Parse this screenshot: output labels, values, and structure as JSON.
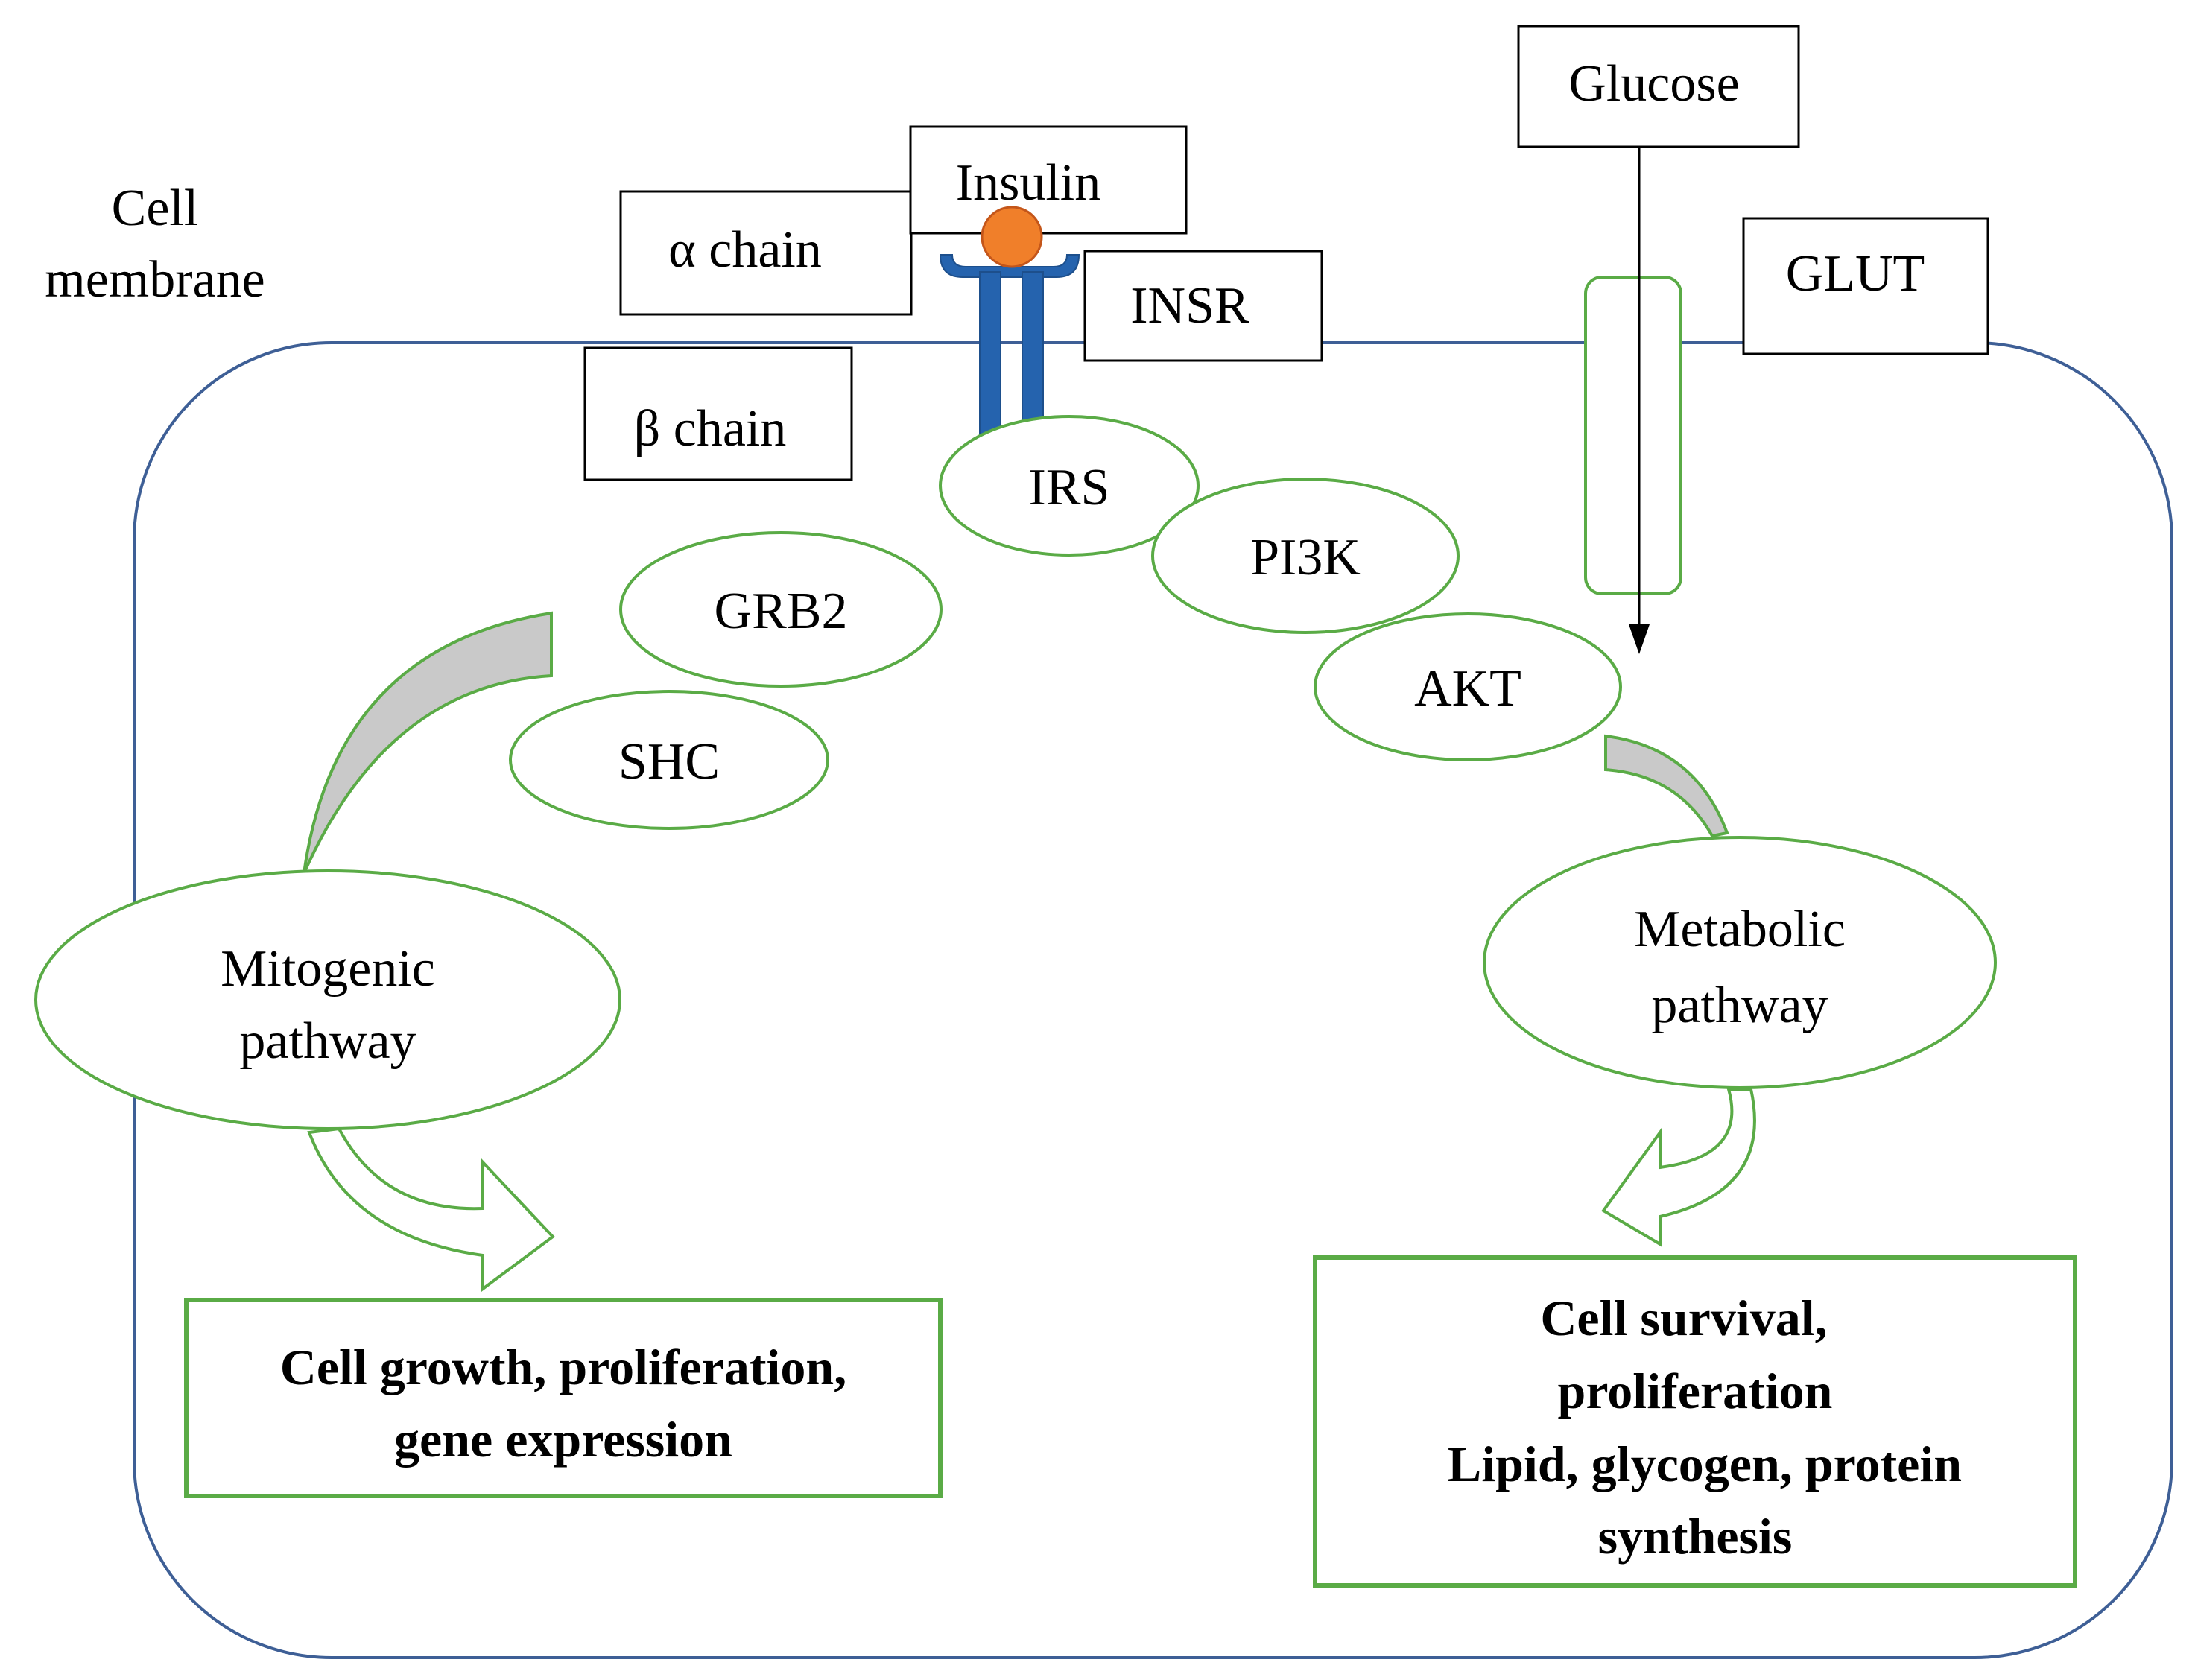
{
  "labels": {
    "cell_membrane": [
      "Cell",
      "membrane"
    ],
    "insulin": "Insulin",
    "alpha_chain": "α chain",
    "beta_chain": "β chain",
    "insr": "INSR",
    "glucose": "Glucose",
    "glut": "GLUT"
  },
  "nodes": {
    "irs": "IRS",
    "pi3k": "PI3K",
    "akt": "AKT",
    "grb2": "GRB2",
    "shc": "SHC",
    "mitogenic": [
      "Mitogenic",
      "pathway"
    ],
    "metabolic": [
      "Metabolic",
      "pathway"
    ]
  },
  "outcomes": {
    "mitogenic": [
      "Cell growth, proliferation,",
      "gene expression"
    ],
    "metabolic": [
      "Cell survival,",
      "proliferation",
      "Lipid, glycogen, protein",
      "synthesis"
    ]
  },
  "colors": {
    "membrane": "#3e5f96",
    "oval_stroke": "#5aab46",
    "receptor": "#2563ae",
    "insulin_ball": "#f07f2a",
    "curved_arrow_fill": "#c9c9c9"
  }
}
